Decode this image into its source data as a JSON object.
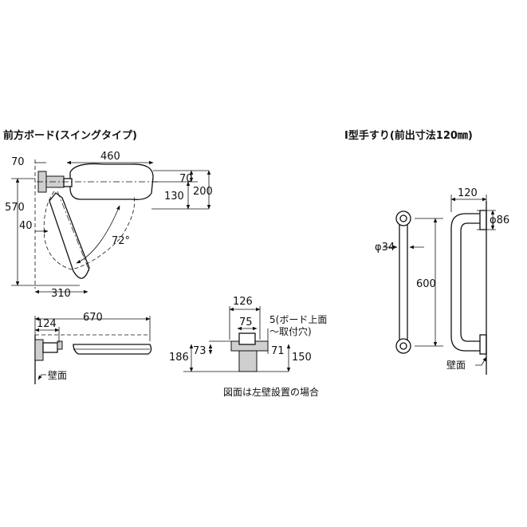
{
  "left_title": "前方ボード(スイングタイプ)",
  "right_title": "I型手すり(前出寸法120㎜)",
  "top_view": {
    "d70_left": "70",
    "d460": "460",
    "d70_right": "70",
    "d130": "130",
    "d200": "200",
    "d570": "570",
    "d40": "40",
    "angle": "72°",
    "d310": "310"
  },
  "side_view": {
    "d124": "124",
    "d670": "670",
    "wall": "壁面"
  },
  "detail_view": {
    "d126": "126",
    "d75": "75",
    "d186": "186",
    "d73": "73",
    "d71": "71",
    "d150": "150",
    "note_line1": "5(ボード上面",
    "note_line2": "～取付穴)"
  },
  "caption": "図面は左壁設置の場合",
  "grab_bar": {
    "d120": "120",
    "d86": "φ86",
    "d34": "φ34",
    "d600": "600",
    "wall": "壁面"
  }
}
